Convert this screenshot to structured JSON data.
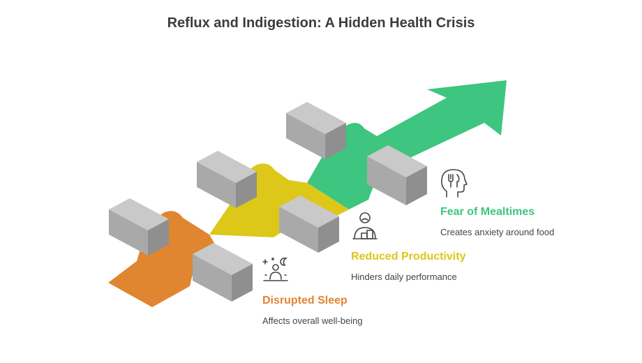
{
  "title": "Reflux and Indigestion: A Hidden Health Crisis",
  "colors": {
    "orange": "#e08530",
    "yellow": "#ddc718",
    "green": "#3ec57f",
    "block_top": "#c9c9c9",
    "block_front": "#a9a9a9",
    "block_side": "#8f8f8f"
  },
  "stages": [
    {
      "label": "Disrupted Sleep",
      "description": "Affects overall well-being",
      "icon": "sleep-icon",
      "color": "#e08530"
    },
    {
      "label": "Reduced Productivity",
      "description": "Hinders daily performance",
      "icon": "worker-desk-icon",
      "color": "#ddc718"
    },
    {
      "label": "Fear of Mealtimes",
      "description": "Creates anxiety around food",
      "icon": "head-fork-knife-icon",
      "color": "#3ec57f"
    }
  ]
}
